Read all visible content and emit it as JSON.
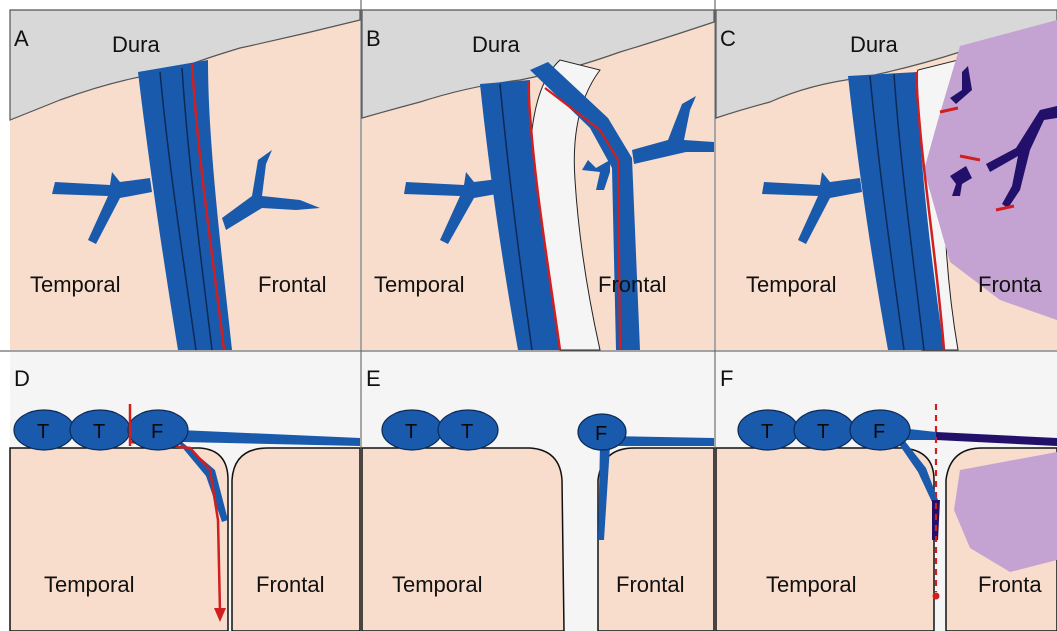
{
  "panels": [
    {
      "letter": "A",
      "dura": "Dura",
      "left": "Temporal",
      "right": "Frontal"
    },
    {
      "letter": "B",
      "dura": "Dura",
      "left": "Temporal",
      "right": "Frontal"
    },
    {
      "letter": "C",
      "dura": "Dura",
      "left": "Temporal",
      "right": "Fronta"
    },
    {
      "letter": "D",
      "left": "Temporal",
      "right": "Frontal",
      "nodes": [
        "T",
        "T",
        "F"
      ]
    },
    {
      "letter": "E",
      "left": "Temporal",
      "right": "Frontal",
      "nodes": [
        "T",
        "T",
        "F"
      ]
    },
    {
      "letter": "F",
      "left": "Temporal",
      "right": "Fronta",
      "nodes": [
        "T",
        "T",
        "F"
      ]
    }
  ],
  "colors": {
    "tissue": "#f8dccc",
    "dura": "#d8d8d8",
    "vein": "#1a5aad",
    "vein_dark": "#23106a",
    "artery": "#d11f1f",
    "tumor": "#c4a3d3",
    "node": "#1a5aad",
    "background": "#f5f5f5"
  }
}
